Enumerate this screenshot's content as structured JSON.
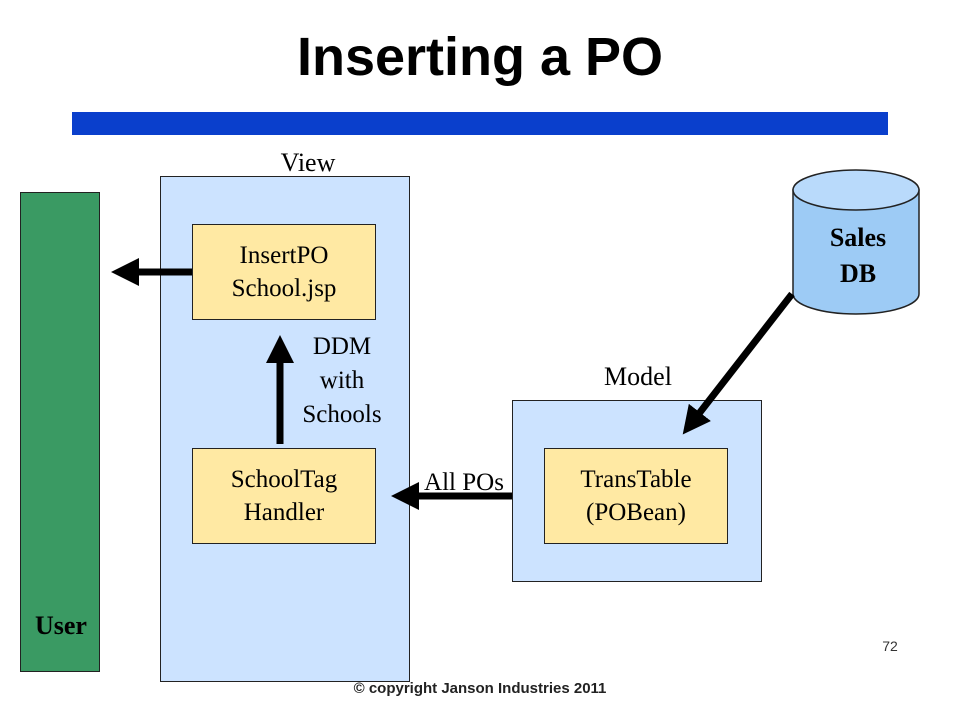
{
  "title": "Inserting a PO",
  "regions": {
    "view_label": "View",
    "model_label": "Model"
  },
  "user": {
    "label": "User"
  },
  "nodes": {
    "insert_po": {
      "line1": "InsertPO",
      "line2": "School.jsp"
    },
    "school_tag": {
      "line1": "SchoolTag",
      "line2": "Handler"
    },
    "trans_table": {
      "line1": "TransTable",
      "line2": "(POBean)"
    },
    "sales_db": {
      "line1": "Sales",
      "line2": "DB"
    }
  },
  "edge_labels": {
    "ddm": {
      "line1": "DDM",
      "line2": "with",
      "line3": "Schools"
    },
    "all_pos": "All POs"
  },
  "footer": {
    "page_number": "72",
    "copyright": "© copyright Janson Industries 2011"
  },
  "colors": {
    "title_bar": "#0a3fcc",
    "panel": "#cce3ff",
    "user": "#3a9a63",
    "box": "#ffe9a3",
    "db": "#9dcbf5"
  }
}
